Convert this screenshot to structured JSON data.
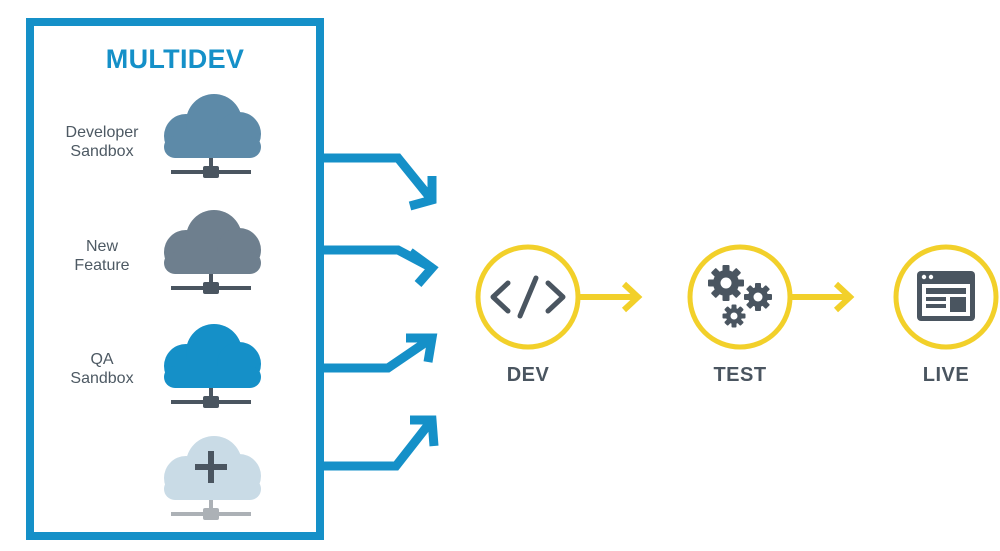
{
  "multidev": {
    "title": "MULTIDEV",
    "environments": [
      {
        "line1": "Developer",
        "line2": "Sandbox",
        "color": "#5d8aa8",
        "icon": "cloud-server-icon"
      },
      {
        "line1": "New",
        "line2": "Feature",
        "color": "#6e7f8e",
        "icon": "cloud-server-icon"
      },
      {
        "line1": "QA",
        "line2": "Sandbox",
        "color": "#1590c8",
        "icon": "cloud-server-icon"
      }
    ],
    "new_environment": {
      "color": "#c9dbe6",
      "icon": "cloud-plus-icon"
    }
  },
  "pipeline": {
    "stages": [
      {
        "label": "DEV",
        "icon": "code-icon"
      },
      {
        "label": "TEST",
        "icon": "gears-icon"
      },
      {
        "label": "LIVE",
        "icon": "browser-window-icon"
      }
    ]
  },
  "colors": {
    "frame": "#1590c8",
    "connector_arrows": "#1590c8",
    "stage_ring": "#f2d02a",
    "stage_arrows": "#f2d02a",
    "icon_dark": "#4a5560"
  }
}
